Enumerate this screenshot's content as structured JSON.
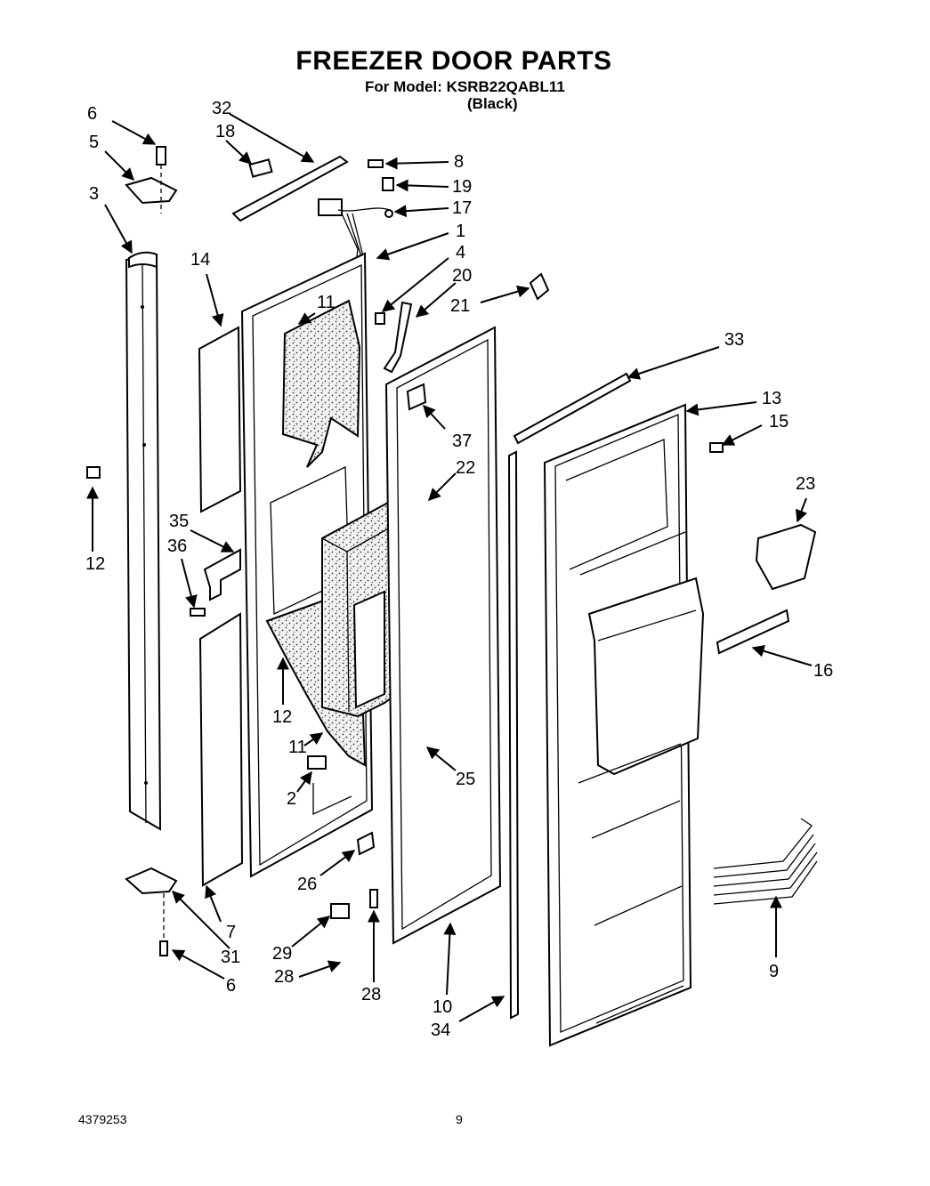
{
  "header": {
    "title": "FREEZER DOOR PARTS",
    "model_line": "For Model: KSRB22QABL11",
    "color": "(Black)"
  },
  "footer": {
    "doc_number": "4379253",
    "page_number": "9"
  },
  "callouts": [
    {
      "id": "c-6a",
      "text": "6"
    },
    {
      "id": "c-5",
      "text": "5"
    },
    {
      "id": "c-3",
      "text": "3"
    },
    {
      "id": "c-32",
      "text": "32"
    },
    {
      "id": "c-18",
      "text": "18"
    },
    {
      "id": "c-8",
      "text": "8"
    },
    {
      "id": "c-19",
      "text": "19"
    },
    {
      "id": "c-17",
      "text": "17"
    },
    {
      "id": "c-1",
      "text": "1"
    },
    {
      "id": "c-4",
      "text": "4"
    },
    {
      "id": "c-20",
      "text": "20"
    },
    {
      "id": "c-21",
      "text": "21"
    },
    {
      "id": "c-14",
      "text": "14"
    },
    {
      "id": "c-11a",
      "text": "11"
    },
    {
      "id": "c-33",
      "text": "33"
    },
    {
      "id": "c-13",
      "text": "13"
    },
    {
      "id": "c-15",
      "text": "15"
    },
    {
      "id": "c-37",
      "text": "37"
    },
    {
      "id": "c-22",
      "text": "22"
    },
    {
      "id": "c-23",
      "text": "23"
    },
    {
      "id": "c-12a",
      "text": "12"
    },
    {
      "id": "c-35",
      "text": "35"
    },
    {
      "id": "c-36",
      "text": "36"
    },
    {
      "id": "c-16",
      "text": "16"
    },
    {
      "id": "c-12b",
      "text": "12"
    },
    {
      "id": "c-11b",
      "text": "11"
    },
    {
      "id": "c-25",
      "text": "25"
    },
    {
      "id": "c-2",
      "text": "2"
    },
    {
      "id": "c-26",
      "text": "26"
    },
    {
      "id": "c-7",
      "text": "7"
    },
    {
      "id": "c-31",
      "text": "31"
    },
    {
      "id": "c-29",
      "text": "29"
    },
    {
      "id": "c-6b",
      "text": "6"
    },
    {
      "id": "c-28a",
      "text": "28"
    },
    {
      "id": "c-28b",
      "text": "28"
    },
    {
      "id": "c-10",
      "text": "10"
    },
    {
      "id": "c-34",
      "text": "34"
    },
    {
      "id": "c-9",
      "text": "9"
    }
  ]
}
